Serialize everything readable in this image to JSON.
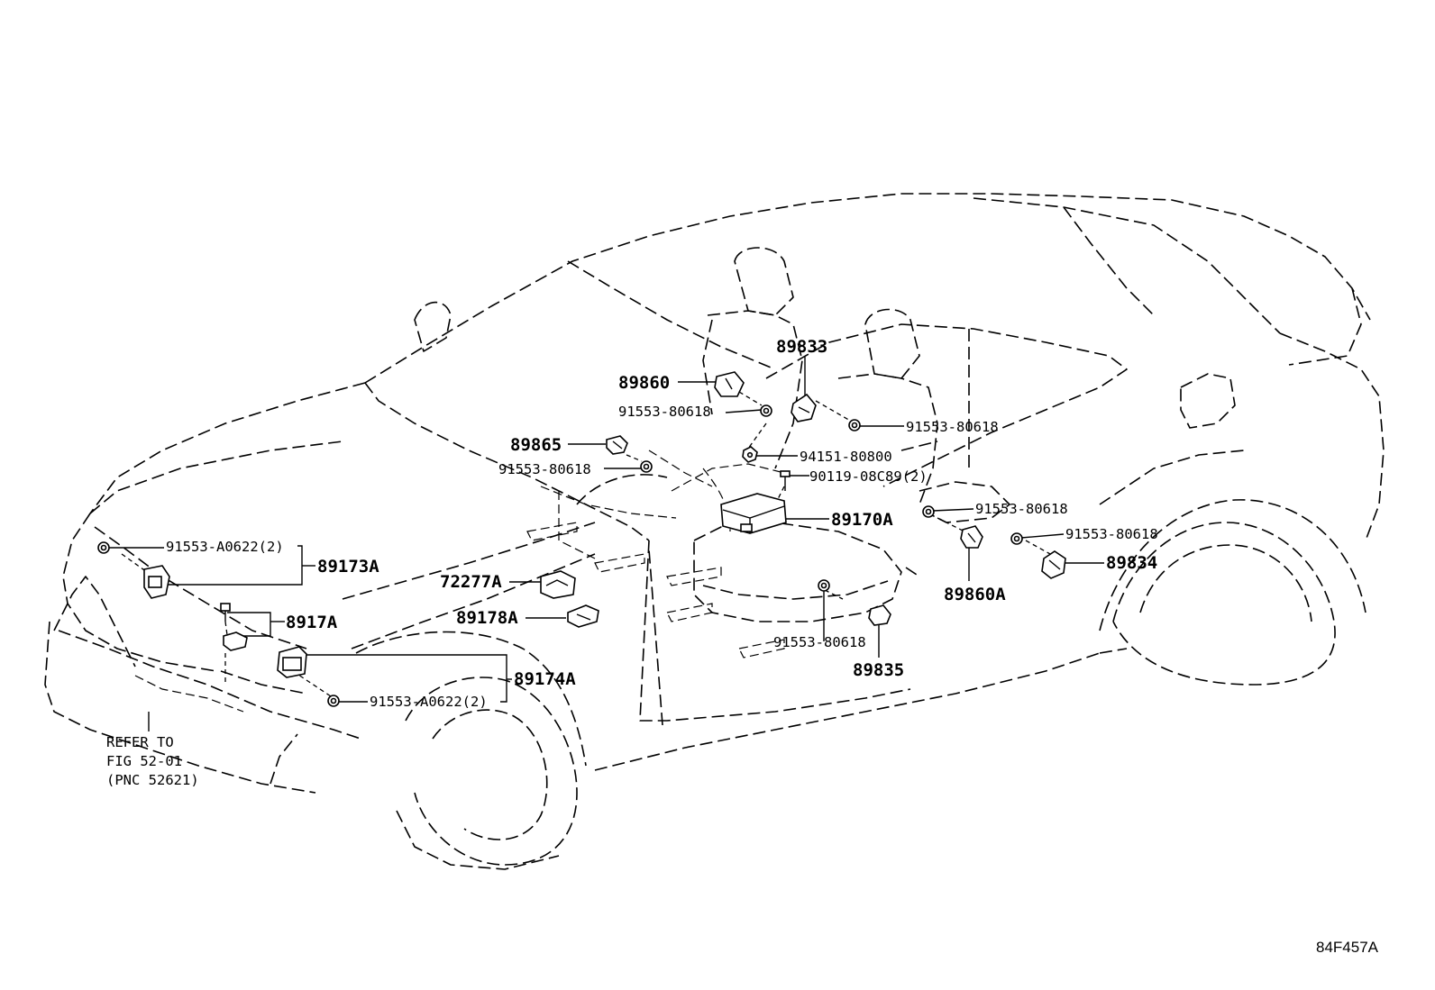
{
  "labels": {
    "p89860": "89860",
    "p89833": "89833",
    "p91553_80618_a": "91553-80618",
    "p91553_80618_b": "91553-80618",
    "p89865": "89865",
    "p91553_80618_c": "91553-80618",
    "p94151_80800": "94151-80800",
    "p90119_08c89": "90119-08C89(2)",
    "p89170a": "89170A",
    "p91553_80618_d": "91553-80618",
    "p91553_80618_e": "91553-80618",
    "p89834": "89834",
    "p89860a": "89860A",
    "p91553_a0622_top": "91553-A0622(2)",
    "p89173a": "89173A",
    "p72277a": "72277A",
    "p8917a": "8917A",
    "p89178a": "89178A",
    "p89174a": "89174A",
    "p91553_a0622_bot": "91553-A0622(2)",
    "p91553_80618_f": "91553-80618",
    "p89835": "89835"
  },
  "reference_note": {
    "line1": "REFER TO",
    "line2": "FIG 52-01",
    "line3": "(PNC 52621)"
  },
  "figure_code": "84F457A"
}
